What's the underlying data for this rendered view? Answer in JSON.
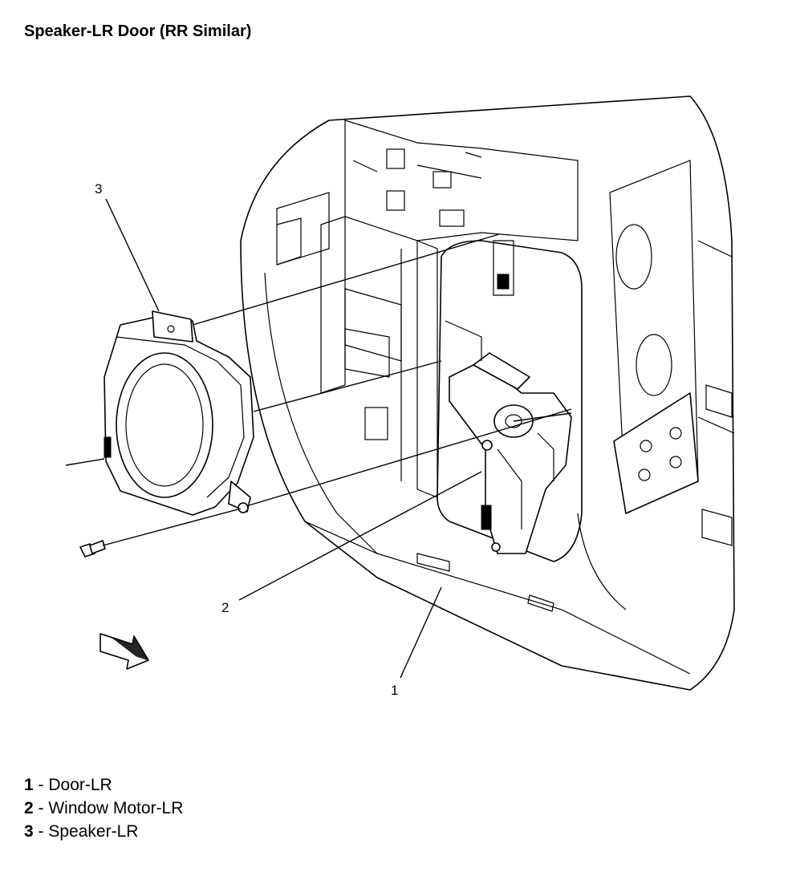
{
  "title": "Speaker-LR Door (RR Similar)",
  "callouts": [
    {
      "number": "1",
      "text": "Door-LR"
    },
    {
      "number": "2",
      "text": "Window Motor-LR"
    },
    {
      "number": "3",
      "text": "Speaker-LR"
    }
  ],
  "legend_separator": " - ",
  "icons": {
    "direction_arrow": "forward-arrow-icon"
  }
}
